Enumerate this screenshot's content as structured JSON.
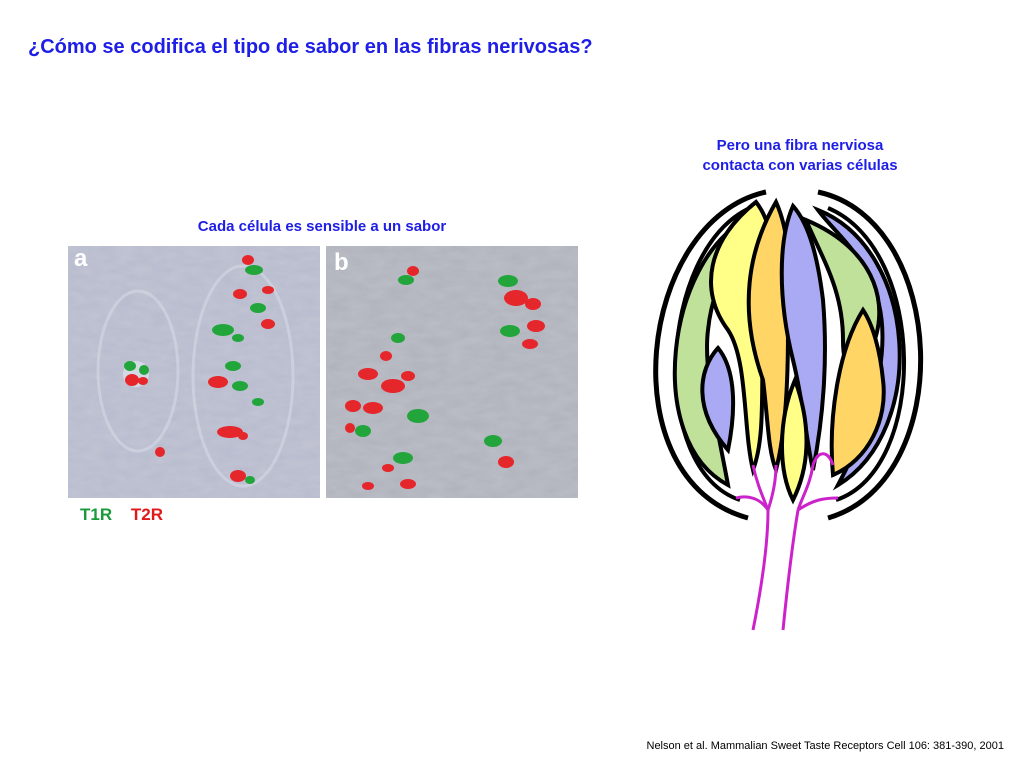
{
  "slide": {
    "title": "¿Cómo se codifica el tipo de sabor en las fibras nerivosas?",
    "left_caption": "Cada célula es sensible a un sabor",
    "right_caption_line1": "Pero una fibra nerviosa",
    "right_caption_line2": "contacta con varias células",
    "panel_a_label": "a",
    "panel_b_label": "b",
    "legend": {
      "t1r": "T1R",
      "t2r": "T2R",
      "t1r_color": "#1a9a3a",
      "t2r_color": "#e01a1a"
    },
    "citation": "Nelson et al. Mammalian Sweet Taste Receptors Cell 106: 381-390, 2001",
    "colors": {
      "title": "#1e1ee6",
      "cell_green": "#bfe19a",
      "cell_yellow": "#ffff88",
      "cell_orange": "#ffd666",
      "cell_blue": "#aaaaf4",
      "nerve_fiber": "#cc22cc"
    }
  }
}
